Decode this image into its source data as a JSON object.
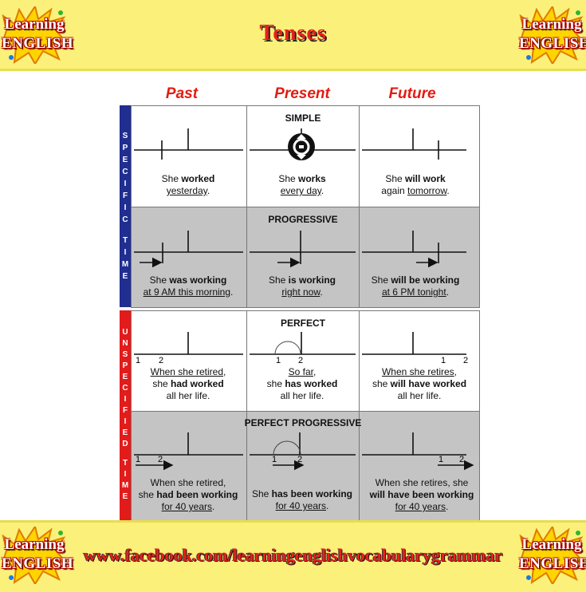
{
  "title": "Tenses",
  "logo": {
    "line1": "Learning",
    "line2": "ENGLISH"
  },
  "footer_url": "www.facebook.com/learningenglishvocabularygrammar",
  "columns": [
    "Past",
    "Present",
    "Future"
  ],
  "side_labels": {
    "specific": "SPECIFIC TIME",
    "unspecified": "UNSPECIFIED TIME"
  },
  "sections": [
    "SIMPLE",
    "PROGRESSIVE",
    "PERFECT",
    "PERFECT PROGRESSIVE"
  ],
  "timeline_marks": {
    "one": "1",
    "two": "2"
  },
  "captions": {
    "simple_past": {
      "a": "She ",
      "b": "worked",
      "c": "yesterday",
      "d": "."
    },
    "simple_present": {
      "a": "She ",
      "b": "works",
      "c": "every day",
      "d": "."
    },
    "simple_future": {
      "a": "She ",
      "b": "will work",
      "c1": "again ",
      "c": "tomorrow",
      "d": "."
    },
    "prog_past": {
      "a": "She ",
      "b": "was working",
      "c": "at 9 AM this morning",
      "d": "."
    },
    "prog_present": {
      "a": "She ",
      "b": "is working",
      "c": "right now",
      "d": "."
    },
    "prog_future": {
      "a": "She ",
      "b": "will be working",
      "c": "at 6 PM tonight",
      "d": "."
    },
    "perf_past": {
      "l1": "When she retired",
      "l1p": ",",
      "l2a": "she ",
      "l2b": "had worked",
      "l3": "all her life."
    },
    "perf_present": {
      "l1": "So far",
      "l1p": ",",
      "l2a": "she ",
      "l2b": "has worked",
      "l3": "all her life."
    },
    "perf_future": {
      "l1": "When she retires",
      "l1p": ",",
      "l2a": "she ",
      "l2b": "will have worked",
      "l3": "all her life."
    },
    "pp_past": {
      "l1": "When she retired,",
      "l2a": "she ",
      "l2b": "had been working",
      "l3": "for 40 years",
      "l3p": "."
    },
    "pp_present": {
      "l2a": "She ",
      "l2b": "has been working",
      "l3": "for 40 years",
      "l3p": "."
    },
    "pp_future": {
      "l1": "When she retires, she",
      "l2b": "will have been working",
      "l3": "for 40 years",
      "l3p": "."
    }
  },
  "colors": {
    "band": "#fbf07a",
    "title_red": "#e8211b",
    "blue_bar": "#1f2e90",
    "red_bar": "#e21b1b",
    "gray_cell": "#c4c4c4"
  },
  "icons": {
    "logo": "learning-english-splash-logo",
    "present": "cycle-arrows-icon"
  }
}
